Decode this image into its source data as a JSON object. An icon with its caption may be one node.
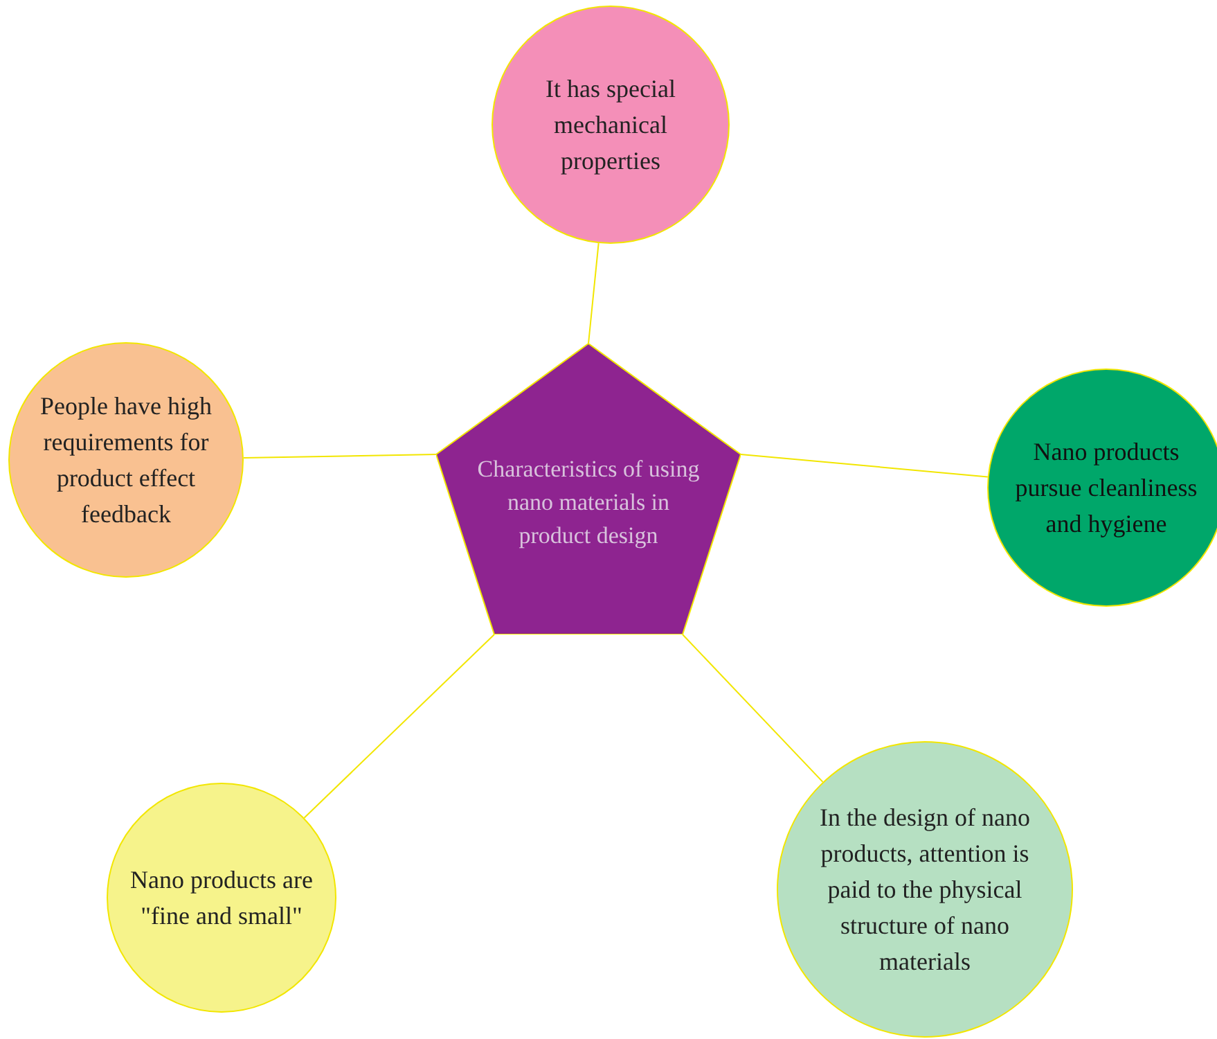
{
  "diagram": {
    "nodes": [
      {
        "text": [
          "It has special mechanical properties"
        ]
      },
      {
        "text": [
          "People have high requirements for product effect feedback"
        ]
      },
      {
        "text": [
          "Characteristics of using nano materials in product design"
        ]
      },
      {
        "text": [
          "Nano products pursue cleanliness and hygiene"
        ]
      },
      {
        "text": [
          "Nano products are \"fine and small\""
        ]
      },
      {
        "text": [
          "In the design of nano products, attention is paid to the physical structure of nano materials"
        ]
      }
    ],
    "edges": [
      {
        "from": 2,
        "to": 0,
        "arrow": "none"
      },
      {
        "from": 2,
        "to": 1,
        "arrow": "none"
      },
      {
        "from": 2,
        "to": 3,
        "arrow": "none"
      },
      {
        "from": 2,
        "to": 4,
        "arrow": "none"
      },
      {
        "from": 2,
        "to": 5,
        "arrow": "none"
      }
    ]
  }
}
